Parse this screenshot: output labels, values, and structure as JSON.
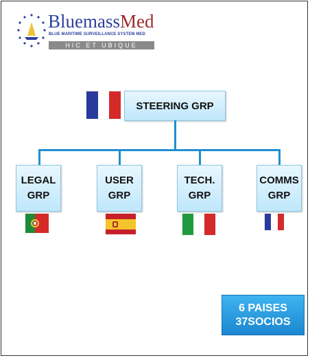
{
  "logo": {
    "title_part1": "Bluemass",
    "title_part2": "Med",
    "subtitle": "BLUE MARITIME SURVEILLANCE SYSTEM MED",
    "motto": "HIC ET UBIQUE"
  },
  "org_chart": {
    "root": {
      "label": "STEERING GRP",
      "flag": "france-flag"
    },
    "groups": [
      {
        "label": "LEGAL\nGRP",
        "flag": "portugal-flag"
      },
      {
        "label": "USER\nGRP",
        "flag": "spain-flag"
      },
      {
        "label": "TECH.\nGRP",
        "flag": "italy-flag"
      },
      {
        "label": "COMMS\nGRP",
        "flag": "france-flag"
      }
    ]
  },
  "info_box": {
    "line1": "6 PAISES",
    "line2": "37SOCIOS"
  },
  "colors": {
    "connector": "#1f8ed0",
    "box_fill": "#d3eefc",
    "info_fill": "#2aa0e4",
    "brand_blue": "#2c3f9b",
    "brand_red": "#9b2a2a"
  }
}
